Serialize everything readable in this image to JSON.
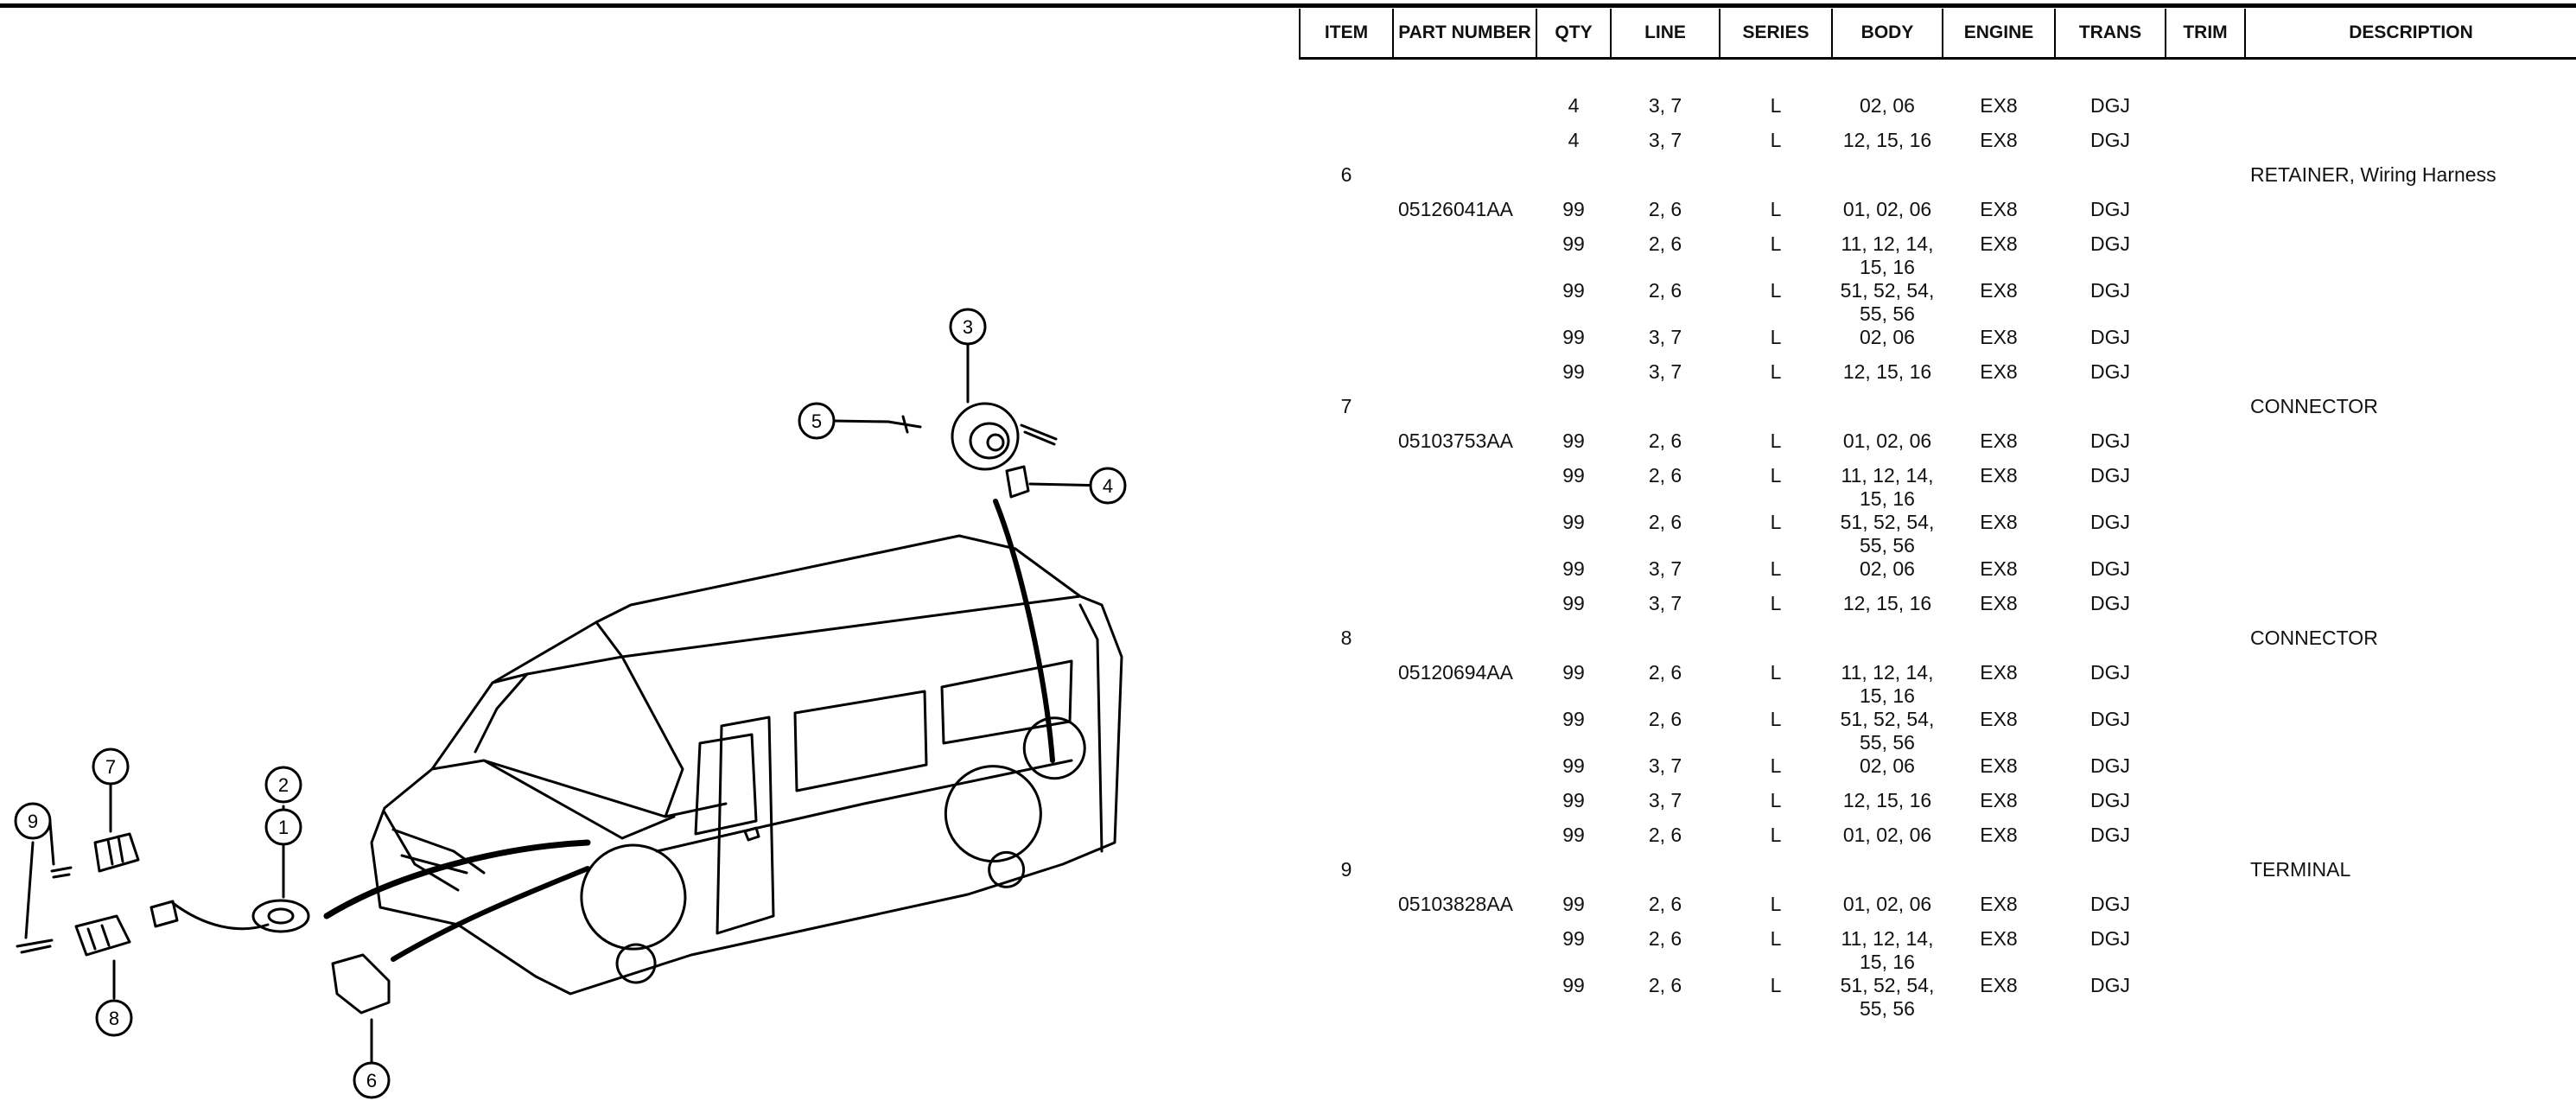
{
  "columns": [
    "ITEM",
    "PART NUMBER",
    "QTY",
    "LINE",
    "SERIES",
    "BODY",
    "ENGINE",
    "TRANS",
    "TRIM",
    "DESCRIPTION"
  ],
  "rows": [
    [
      "",
      "",
      "4",
      "3, 7",
      "L",
      "02, 06",
      "EX8",
      "DGJ",
      "",
      ""
    ],
    [
      "",
      "",
      "4",
      "3, 7",
      "L",
      "12, 15, 16",
      "EX8",
      "DGJ",
      "",
      ""
    ],
    [
      "6",
      "",
      "",
      "",
      "",
      "",
      "",
      "",
      "",
      "RETAINER, Wiring Harness"
    ],
    [
      "",
      "05126041AA",
      "99",
      "2, 6",
      "L",
      "01, 02, 06",
      "EX8",
      "DGJ",
      "",
      ""
    ],
    [
      "",
      "",
      "99",
      "2, 6",
      "L",
      "11, 12, 14, 15, 16",
      "EX8",
      "DGJ",
      "",
      ""
    ],
    [
      "",
      "",
      "99",
      "2, 6",
      "L",
      "51, 52, 54, 55, 56",
      "EX8",
      "DGJ",
      "",
      ""
    ],
    [
      "",
      "",
      "99",
      "3, 7",
      "L",
      "02, 06",
      "EX8",
      "DGJ",
      "",
      ""
    ],
    [
      "",
      "",
      "99",
      "3, 7",
      "L",
      "12, 15, 16",
      "EX8",
      "DGJ",
      "",
      ""
    ],
    [
      "7",
      "",
      "",
      "",
      "",
      "",
      "",
      "",
      "",
      "CONNECTOR"
    ],
    [
      "",
      "05103753AA",
      "99",
      "2, 6",
      "L",
      "01, 02, 06",
      "EX8",
      "DGJ",
      "",
      ""
    ],
    [
      "",
      "",
      "99",
      "2, 6",
      "L",
      "11, 12, 14, 15, 16",
      "EX8",
      "DGJ",
      "",
      ""
    ],
    [
      "",
      "",
      "99",
      "2, 6",
      "L",
      "51, 52, 54, 55, 56",
      "EX8",
      "DGJ",
      "",
      ""
    ],
    [
      "",
      "",
      "99",
      "3, 7",
      "L",
      "02, 06",
      "EX8",
      "DGJ",
      "",
      ""
    ],
    [
      "",
      "",
      "99",
      "3, 7",
      "L",
      "12, 15, 16",
      "EX8",
      "DGJ",
      "",
      ""
    ],
    [
      "8",
      "",
      "",
      "",
      "",
      "",
      "",
      "",
      "",
      "CONNECTOR"
    ],
    [
      "",
      "05120694AA",
      "99",
      "2, 6",
      "L",
      "11, 12, 14, 15, 16",
      "EX8",
      "DGJ",
      "",
      ""
    ],
    [
      "",
      "",
      "99",
      "2, 6",
      "L",
      "51, 52, 54, 55, 56",
      "EX8",
      "DGJ",
      "",
      ""
    ],
    [
      "",
      "",
      "99",
      "3, 7",
      "L",
      "02, 06",
      "EX8",
      "DGJ",
      "",
      ""
    ],
    [
      "",
      "",
      "99",
      "3, 7",
      "L",
      "12, 15, 16",
      "EX8",
      "DGJ",
      "",
      ""
    ],
    [
      "",
      "",
      "99",
      "2, 6",
      "L",
      "01, 02, 06",
      "EX8",
      "DGJ",
      "",
      ""
    ],
    [
      "9",
      "",
      "",
      "",
      "",
      "",
      "",
      "",
      "",
      "TERMINAL"
    ],
    [
      "",
      "05103828AA",
      "99",
      "2, 6",
      "L",
      "01, 02, 06",
      "EX8",
      "DGJ",
      "",
      ""
    ],
    [
      "",
      "",
      "99",
      "2, 6",
      "L",
      "11, 12, 14, 15, 16",
      "EX8",
      "DGJ",
      "",
      ""
    ],
    [
      "",
      "",
      "99",
      "2, 6",
      "L",
      "51, 52, 54, 55, 56",
      "EX8",
      "DGJ",
      "",
      ""
    ]
  ],
  "callouts": [
    "1",
    "2",
    "3",
    "4",
    "5",
    "6",
    "7",
    "8",
    "9"
  ]
}
